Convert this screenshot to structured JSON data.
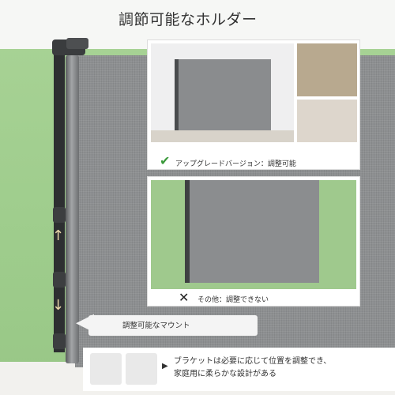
{
  "title": "調節可能なホルダー",
  "top_panel": {
    "caption": "アップグレードバージョン：調整可能",
    "icon": "check-icon"
  },
  "middle_panel": {
    "caption": "その他：調整できない",
    "icon": "cross-icon"
  },
  "mount_label": "調整可能なマウント",
  "bracket_note": {
    "line1": "ブラケットは必要に応じて位置を調整でき、",
    "line2": "家庭用に柔らかな設計がある"
  },
  "colors": {
    "wall_green": "#a9d396",
    "mesh_gray": "#8d8f91",
    "check_green": "#3b9a3b"
  }
}
